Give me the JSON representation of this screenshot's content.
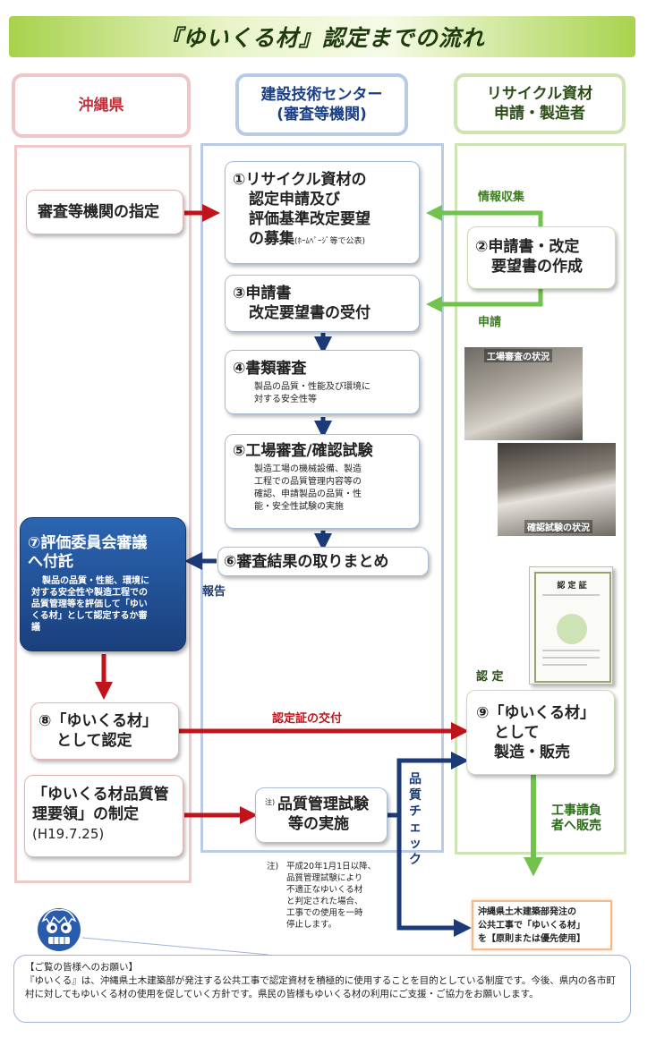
{
  "title": "『ゆいくる材』認定までの流れ",
  "headers": {
    "okinawa": "沖縄県",
    "center_line1": "建設技術センター",
    "center_line2": "(審査等機関)",
    "applicant_line1": "リサイクル資材",
    "applicant_line2": "申請・製造者"
  },
  "steps": {
    "designation": "審査等機関の指定",
    "s1_l1": "①リサイクル資材の",
    "s1_l2": "認定申請及び",
    "s1_l3": "評価基準改定要望",
    "s1_l4": "の募集",
    "s1_note": "(ﾎｰﾑﾍﾟｰｼﾞ等で公表)",
    "s2_l1": "②申請書・改定",
    "s2_l2": "要望書の作成",
    "s3_l1": "③申請書",
    "s3_l2": "改定要望書の受付",
    "s4_title": "④書類審査",
    "s4_l1": "製品の品質・性能及び環境に",
    "s4_l2": "対する安全性等",
    "s5_title": "⑤工場審査/確認試験",
    "s5_l1": "製造工場の機械設備、製造",
    "s5_l2": "工程での品質管理内容等の",
    "s5_l3": "確認、申請製品の品質・性",
    "s5_l4": "能・安全性試験の実施",
    "s6": "⑥審査結果の取りまとめ",
    "s7_l1": "⑦評価委員会審議",
    "s7_l2": "へ付託",
    "s7_d1": "製品の品質・性能、環境に",
    "s7_d2": "対する安全性や製造工程での",
    "s7_d3": "品質管理等を評価して「ゆい",
    "s7_d4": "くる材」として認定するか審",
    "s7_d5": "議",
    "s8_l1": "⑧「ゆいくる材」",
    "s8_l2": "として認定",
    "s9_l1": "⑨「ゆいくる材」",
    "s9_l2": "として",
    "s9_l3": "製造・販売",
    "qm_l1": "「ゆいくる材品質管",
    "qm_l2": "理要領」の制定",
    "qm_l3": "(H19.7.25)",
    "qt_mark": "注)",
    "qt_l1": "品質管理試験",
    "qt_l2": "等の実施"
  },
  "labels": {
    "info_collect": "情報収集",
    "apply": "申請",
    "report": "報告",
    "cert_issue": "認定証の交付",
    "certify": "認 定",
    "quality_check": "品質チェック",
    "sell1": "工事請負",
    "sell2": "者へ販売"
  },
  "photos": {
    "factory": "工場審査の状況",
    "test": "確認試験の状況",
    "certificate": "認 定 証"
  },
  "note": {
    "mark": "注)",
    "l1": "平成20年1月1日以降、",
    "l2": "品質管理試験により",
    "l3": "不適正なゆいくる材",
    "l4": "と判定された場合、",
    "l5": "工事での使用を一時",
    "l6": "停止します。"
  },
  "public_use": {
    "l1": "沖縄県土木建築部発注の",
    "l2": "公共工事で「ゆいくる材」",
    "l3": "を【原則または優先使用】"
  },
  "request": {
    "heading": "【ご覧の皆様へのお願い】",
    "body": "『ゆいくる』は、沖縄県土木建築部が発注する公共工事で認定資材を積極的に使用することを目的としている制度です。今後、県内の各市町村に対してもゆいくる材の使用を促していく方針です。県民の皆様もゆいくる材の利用にご支援・ご協力をお願いします。"
  },
  "colors": {
    "red_arrow": "#c0141c",
    "green_arrow": "#72c24e",
    "navy_arrow": "#1c3a78",
    "step7_bg": "#1f4d8f"
  }
}
